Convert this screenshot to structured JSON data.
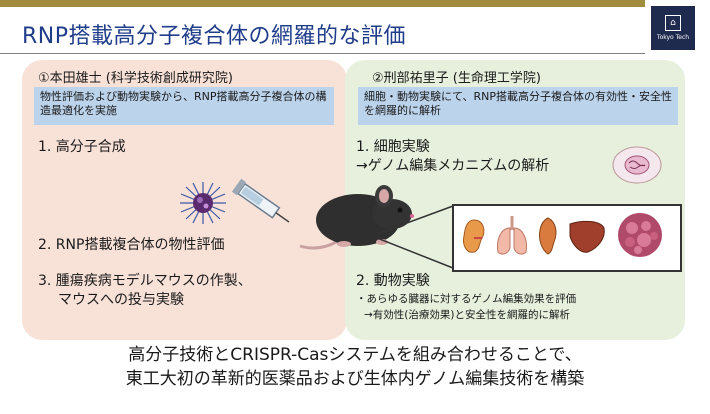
{
  "title": "RNP搭載高分子複合体の網羅的な評価",
  "logo": {
    "text": "Tokyo Tech"
  },
  "left": {
    "header": "①本田雄士 (科学技術創成研究院)",
    "desc": "物性評価および動物実験から、RNP搭載高分子複合体の構造最適化を実施",
    "items": [
      "1. 高分子合成",
      "2. RNP搭載複合体の物性評価",
      "3. 腫瘍疾病モデルマウスの作製、",
      "マウスへの投与実験"
    ]
  },
  "right": {
    "header": "②刑部祐里子 (生命理工学院)",
    "desc": "細胞・動物実験にて、RNP搭載高分子複合体の有効性・安全性を網羅的に解析",
    "item1": "1. 細胞実験",
    "item1_sub": "→ゲノム編集メカニズムの解析",
    "item2": "2. 動物実験",
    "item2_sub1": "・あらゆる臓器に対するゲノム編集効果を評価",
    "item2_sub2": "→有効性(治療効果)と安全性を網羅的に解析"
  },
  "bottom": {
    "line1": "高分子技術とCRISPR-Casシステムを組み合わせることで、",
    "line2": "東工大初の革新的医薬品および生体内ゲノム編集技術を構築"
  },
  "colors": {
    "title": "#1f3d8a",
    "bar": "#a08c3c",
    "left_panel": "#f8e2d8",
    "right_panel": "#e6f0dc",
    "desc_bg": "#bcd3ec"
  }
}
